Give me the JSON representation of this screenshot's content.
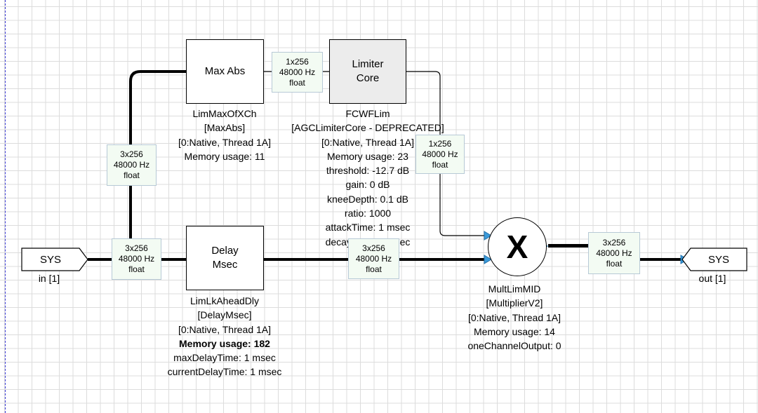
{
  "colors": {
    "port": "#3a9ad9",
    "wire": "#000000",
    "signal_bg": "#f3fbf3",
    "grid": "#dcdcdc",
    "guide": "#3b3bd6"
  },
  "sys_in": {
    "label": "SYS",
    "caption": "in [1]"
  },
  "sys_out": {
    "label": "SYS",
    "caption": "out [1]"
  },
  "blocks": {
    "max_abs": {
      "title": "Max Abs",
      "lines": [
        "LimMaxOfXCh",
        "[MaxAbs]",
        "[0:Native, Thread 1A]",
        "Memory usage: 11"
      ]
    },
    "limiter_core": {
      "title": "Limiter\nCore",
      "lines": [
        "FCWFLim",
        "[AGCLimiterCore - DEPRECATED]",
        "[0:Native, Thread 1A]",
        "Memory usage: 23",
        "threshold: -12.7 dB",
        "gain: 0 dB",
        "kneeDepth: 0.1 dB",
        "ratio: 1000",
        "attackTime: 1 msec",
        "decayTime: 1 msec"
      ]
    },
    "delay_msec": {
      "title": "Delay\nMsec",
      "lines": [
        "LimLkAheadDly",
        "[DelayMsec]",
        "[0:Native, Thread 1A]",
        "Memory usage: 182",
        "maxDelayTime: 1 msec",
        "currentDelayTime: 1 msec"
      ]
    },
    "multiplier": {
      "symbol": "X",
      "lines": [
        "MultLimMID",
        "[MultiplierV2]",
        "[0:Native, Thread 1A]",
        "Memory usage: 14",
        "oneChannelOutput: 0"
      ]
    }
  },
  "signals": {
    "in_to_delay": [
      "3x256",
      "48000 Hz",
      "float"
    ],
    "in_to_maxabs": [
      "3x256",
      "48000 Hz",
      "float"
    ],
    "maxabs_to_limiter": [
      "1x256",
      "48000 Hz",
      "float"
    ],
    "limiter_to_mult": [
      "1x256",
      "48000 Hz",
      "float"
    ],
    "delay_to_mult": [
      "3x256",
      "48000 Hz",
      "float"
    ],
    "mult_to_out": [
      "3x256",
      "48000 Hz",
      "float"
    ]
  }
}
